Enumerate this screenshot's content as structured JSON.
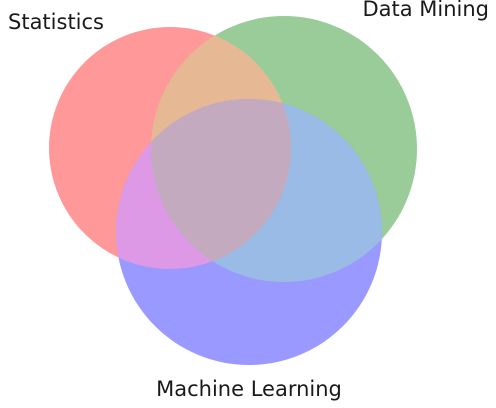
{
  "diagram": {
    "type": "venn",
    "sets": [
      {
        "id": "statistics",
        "label": "Statistics",
        "color": "#ff8080"
      },
      {
        "id": "data_mining",
        "label": "Data Mining",
        "color": "#80c080"
      },
      {
        "id": "machine_learning",
        "label": "Machine Learning",
        "color": "#8080ff"
      }
    ],
    "region_colors": {
      "statistics_only": "#ff9999",
      "data_mining_only": "#99cc99",
      "machine_learning_only": "#9999ff",
      "statistics_and_data_mining": "#e6b894",
      "statistics_and_machine_learning": "#dd99e6",
      "data_mining_and_machine_learning": "#99bbe6",
      "all_three": "#c4aabf"
    }
  }
}
